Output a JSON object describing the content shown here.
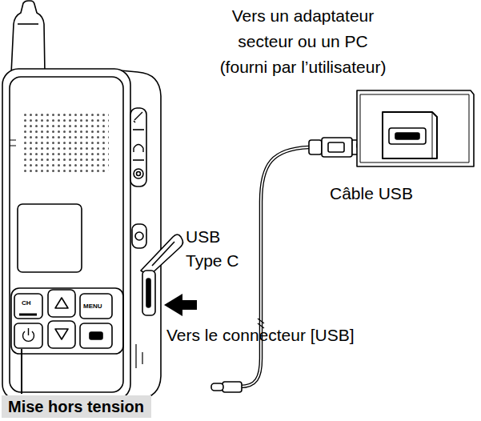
{
  "diagram": {
    "nodes": [
      {
        "text": [
          "Mise hors tension"
        ]
      }
    ],
    "labels": [
      "Vers un adaptateur secteur ou un PC (fourni par l’utilisateur)",
      "Câble USB",
      "USB Type C",
      "Vers le connecteur [USB]",
      "CH",
      "MENU"
    ]
  }
}
